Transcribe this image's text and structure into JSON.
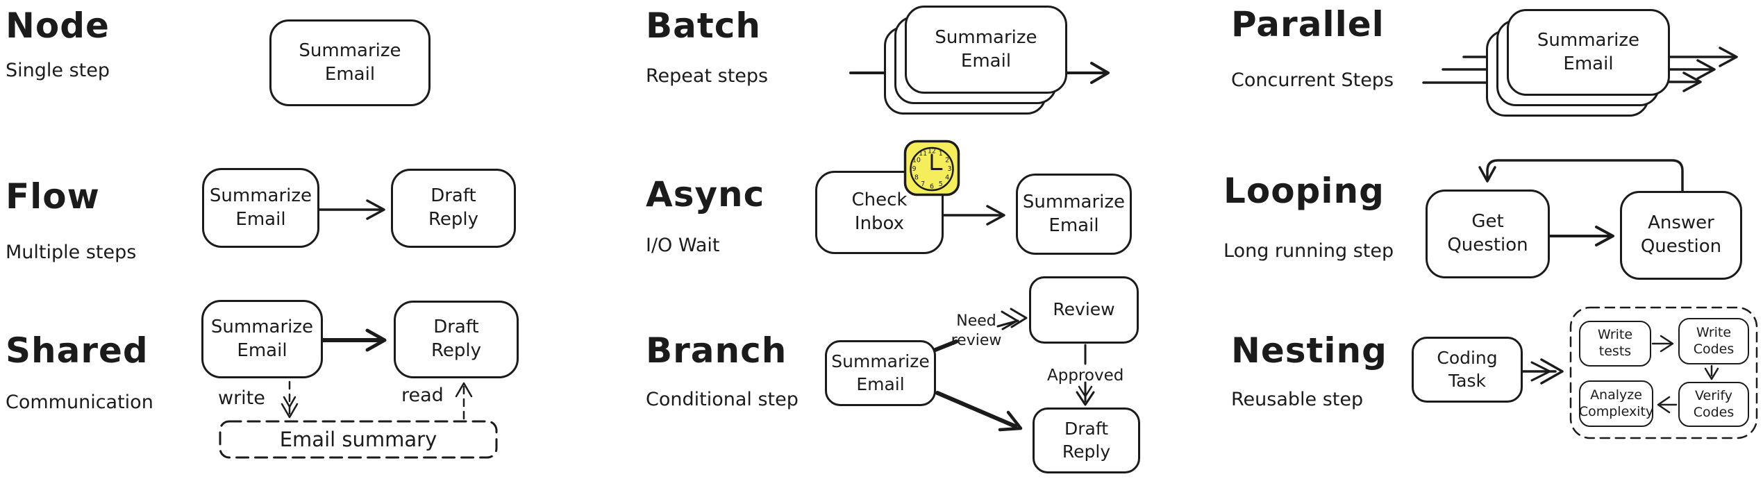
{
  "canvas": {
    "background": "#ffffff",
    "ink": "#1b1b1b",
    "clock_yellow": "#f5ee5a"
  },
  "sections": {
    "node": {
      "title": "Node",
      "subtitle": "Single step",
      "box1": "Summarize\nEmail"
    },
    "batch": {
      "title": "Batch",
      "subtitle": "Repeat steps",
      "box1": "Summarize\nEmail"
    },
    "parallel": {
      "title": "Parallel",
      "subtitle": "Concurrent Steps",
      "box1": "Summarize\nEmail"
    },
    "flow": {
      "title": "Flow",
      "subtitle": "Multiple steps",
      "box1": "Summarize\nEmail",
      "box2": "Draft\nReply"
    },
    "async": {
      "title": "Async",
      "subtitle": "I/O Wait",
      "box1": "Check\nInbox",
      "box2": "Summarize\nEmail",
      "clock_numbers": [
        "12",
        "1",
        "2",
        "3",
        "4",
        "5",
        "6",
        "7",
        "8",
        "9",
        "10",
        "11"
      ]
    },
    "looping": {
      "title": "Looping",
      "subtitle": "Long running step",
      "box1": "Get\nQuestion",
      "box2": "Answer\nQuestion"
    },
    "shared": {
      "title": "Shared",
      "subtitle": "Communication",
      "box1": "Summarize\nEmail",
      "box2": "Draft\nReply",
      "store": "Email summary",
      "write_label": "write",
      "read_label": "read"
    },
    "branch": {
      "title": "Branch",
      "subtitle": "Conditional step",
      "box1": "Summarize\nEmail",
      "box2": "Review",
      "box3": "Draft\nReply",
      "edge_need_review": "Need\nreview",
      "edge_approved": "Approved"
    },
    "nesting": {
      "title": "Nesting",
      "subtitle": "Reusable step",
      "box1": "Coding\nTask",
      "sub_box1": "Write\ntests",
      "sub_box2": "Write\nCodes",
      "sub_box3": "Verify\nCodes",
      "sub_box4": "Analyze\nComplexity"
    }
  }
}
